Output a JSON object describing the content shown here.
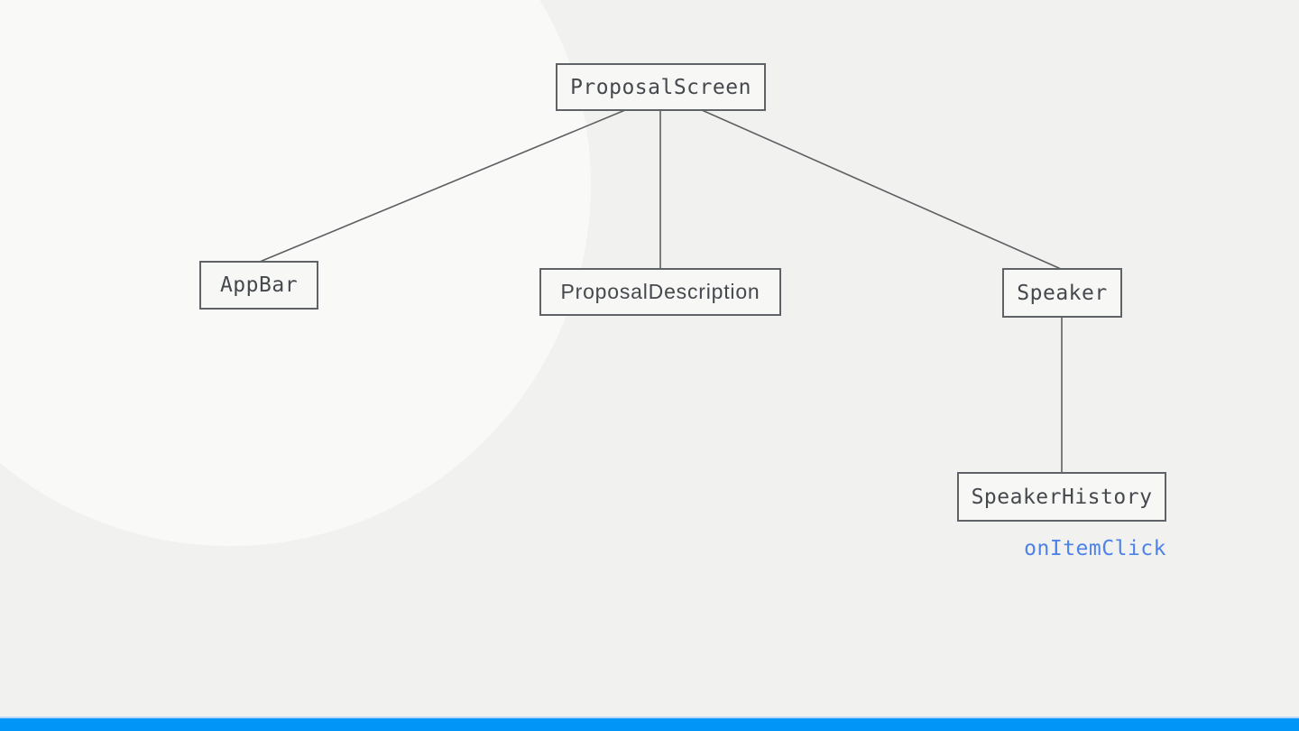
{
  "diagram": {
    "nodes": [
      {
        "id": "proposal-screen",
        "label": "ProposalScreen"
      },
      {
        "id": "app-bar",
        "label": "AppBar"
      },
      {
        "id": "proposal-description",
        "label": "ProposalDescription"
      },
      {
        "id": "speaker",
        "label": "Speaker"
      },
      {
        "id": "speaker-history",
        "label": "SpeakerHistory"
      }
    ],
    "edges": [
      {
        "from": "ProposalScreen",
        "to": "AppBar"
      },
      {
        "from": "ProposalScreen",
        "to": "ProposalDescription"
      },
      {
        "from": "ProposalScreen",
        "to": "Speaker"
      },
      {
        "from": "Speaker",
        "to": "SpeakerHistory"
      }
    ],
    "annotation": {
      "label": "onItemClick"
    }
  },
  "colors": {
    "background": "#f1f1ef",
    "circle": "#f9f9f8",
    "node-fill": "#f7f7f6",
    "node-border": "#5f6368",
    "node-text": "#45484d",
    "edge": "#5c5f62",
    "annotation-blue": "#4d82e8",
    "bottom-bar": "#0095f6",
    "bottom-bar-hairline": "#b5d9f4"
  }
}
